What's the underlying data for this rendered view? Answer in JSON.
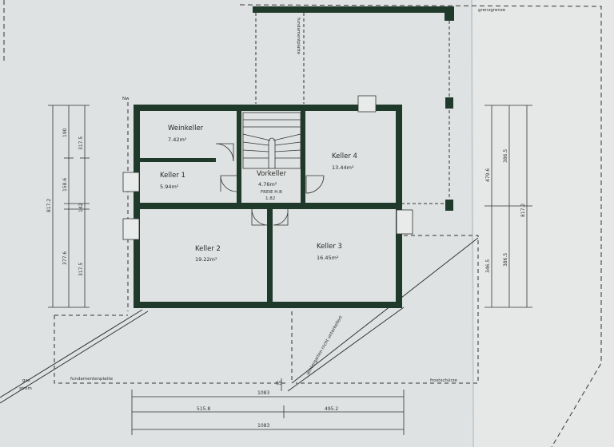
{
  "rooms": {
    "weinkeller": {
      "name": "Weinkeller",
      "area": "7.42m²"
    },
    "keller1": {
      "name": "Keller 1",
      "area": "5.94m²"
    },
    "vorkeller": {
      "name": "Vorkeller",
      "area": "4.76m²"
    },
    "keller4": {
      "name": "Keller 4",
      "area": "13.44m²"
    },
    "keller2": {
      "name": "Keller 2",
      "area": "19.22m²"
    },
    "keller3": {
      "name": "Keller 3",
      "area": "16.45m²"
    }
  },
  "labels": {
    "fundamentplatte_top": "fundamentplatte",
    "fundamentplatte_bottom": "fundamentenplatte",
    "grenze": "grenzgrenze",
    "frostschuerze": "frostschürze",
    "wintergarten": "wintergarten nicht unterkellert",
    "gas": "gas",
    "strom": "strom",
    "vorkeller_sub": "FREIE H.B",
    "vorkeller_val": "1.82",
    "top_marker": "Nw"
  },
  "dimensions": {
    "left_outer_total": "817.2",
    "left_a": "190",
    "left_b": "317.5",
    "left_c": "158.6",
    "left_d": "142",
    "left_e": "377.6",
    "left_f": "317.5",
    "right_a": "479.6",
    "right_b": "386.5",
    "right_c": "346.5",
    "right_d": "386.5",
    "right_total": "817.2",
    "bottom_total_top": "1083",
    "bottom_left": "515.8",
    "bottom_right": "495.2",
    "bottom_total_bottom": "1083",
    "small_marker": "65"
  }
}
